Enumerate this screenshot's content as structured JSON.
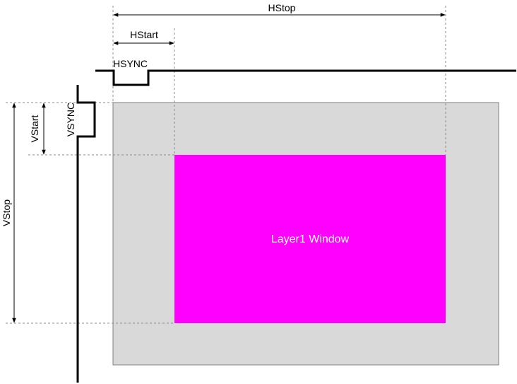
{
  "labels": {
    "hstop": "HStop",
    "hstart": "HStart",
    "hsync": "HSYNC",
    "vsync": "VSYNC",
    "vstart": "VStart",
    "vstop": "VStop",
    "window": "Layer1 Window"
  },
  "colors": {
    "display_area": "#d9d9d9",
    "layer_window": "#ff00ff",
    "window_text": "#ffffff",
    "signal": "#000000",
    "guide": "#8c8c8c"
  }
}
